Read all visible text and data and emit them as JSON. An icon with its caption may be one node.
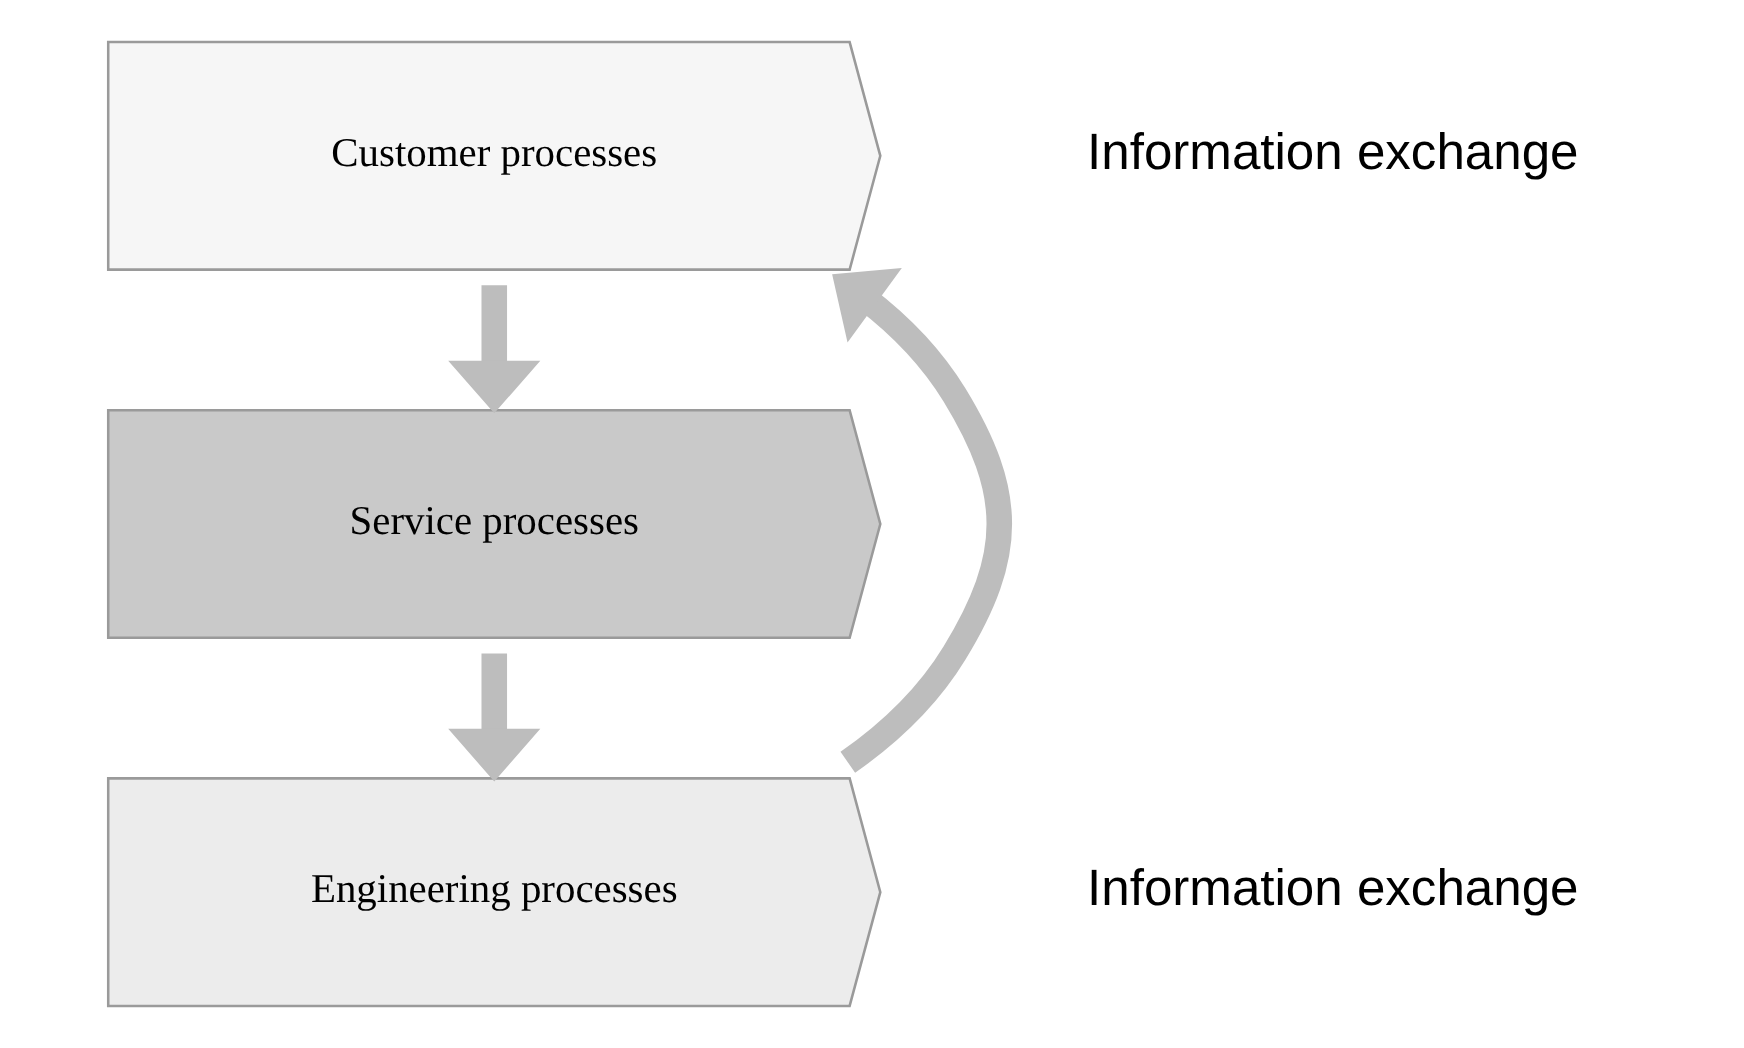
{
  "diagram": {
    "nodes": [
      {
        "text": [
          "Customer processes"
        ]
      },
      {
        "text": [
          "Service processes"
        ]
      },
      {
        "text": [
          "Engineering processes"
        ]
      }
    ],
    "edges": [
      {
        "from": 0,
        "to": 1,
        "arrow": "to"
      },
      {
        "from": 1,
        "to": 2,
        "arrow": "to"
      },
      {
        "from": 2,
        "to": 0,
        "arrow": "to"
      }
    ],
    "labels": [
      "Information exchange",
      "Information exchange"
    ]
  }
}
